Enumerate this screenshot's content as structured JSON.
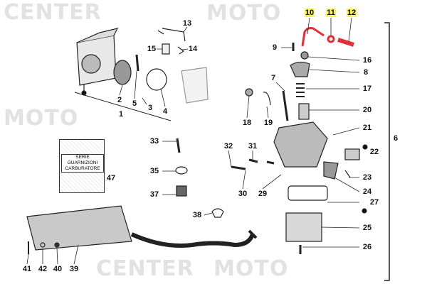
{
  "watermark": {
    "line1": "MOTO",
    "line2": "CENTER"
  },
  "kit_box": {
    "line1": "SERIE GUARNIZIONI",
    "line2": "CARBURATORE"
  },
  "highlight_color": "#f7f35a",
  "highlighted_part_color": "#e0303a",
  "callouts": [
    "1",
    "2",
    "3",
    "4",
    "5",
    "6",
    "7",
    "8",
    "9",
    "10",
    "11",
    "12",
    "13",
    "14",
    "15",
    "16",
    "17",
    "18",
    "19",
    "20",
    "21",
    "22",
    "23",
    "24",
    "25",
    "26",
    "27",
    "29",
    "30",
    "31",
    "32",
    "33",
    "35",
    "37",
    "38",
    "39",
    "40",
    "41",
    "42",
    "47"
  ]
}
